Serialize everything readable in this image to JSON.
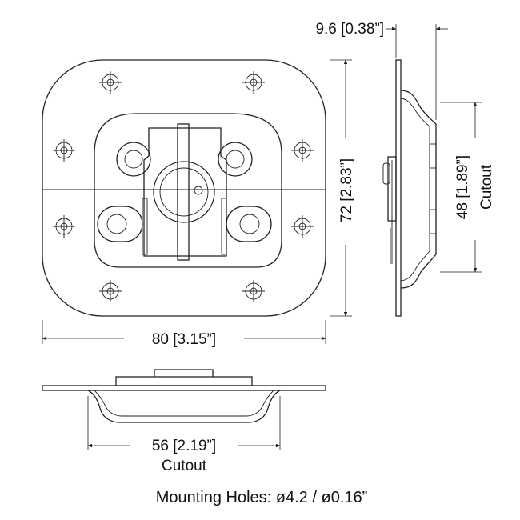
{
  "dimensions": {
    "depth": "9.6 [0.38”]",
    "height": "72 [2.83”]",
    "cutout_height": "48 [1.89”]",
    "cutout_height_note": "Cutout",
    "width": "80 [3.15”]",
    "cutout_width": "56 [2.19”]",
    "cutout_width_note": "Cutout"
  },
  "caption": "Mounting Holes: ø4.2 / ø0.16”"
}
